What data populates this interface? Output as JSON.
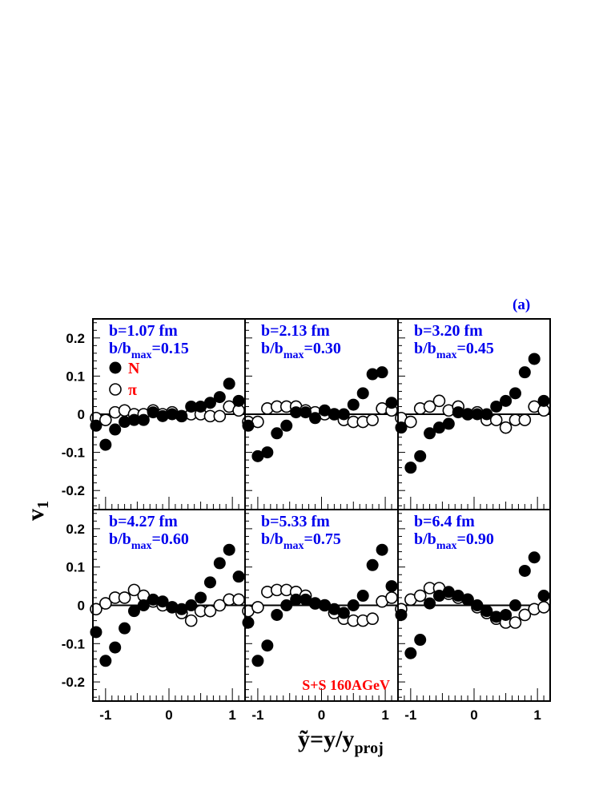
{
  "chart_data": {
    "type": "scatter",
    "title": "",
    "figure_label": "(a)",
    "annotation": "S+S 160AGeV",
    "xlabel": "ỹ=y/y_proj",
    "xlabel_main": "ỹ=y/y",
    "xlabel_sub": "proj",
    "ylabel": "v_1",
    "ylabel_main": "v",
    "ylabel_sub": "1",
    "xlim": [
      -1.2,
      1.2
    ],
    "ylim": [
      -0.25,
      0.25
    ],
    "x_ticks": [
      "-1",
      "0",
      "1"
    ],
    "y_ticks": [
      "0.2",
      "0.1",
      "0",
      "-0.1",
      "-0.2"
    ],
    "grid": false,
    "legend": [
      {
        "marker": "filled-circle",
        "label": "N"
      },
      {
        "marker": "open-circle",
        "label": "π"
      }
    ],
    "layout": {
      "rows": 2,
      "cols": 3
    },
    "x": [
      -1.15,
      -1.0,
      -0.85,
      -0.7,
      -0.55,
      -0.4,
      -0.25,
      -0.1,
      0.05,
      0.2,
      0.35,
      0.5,
      0.65,
      0.8,
      0.95,
      1.1
    ],
    "panels": [
      {
        "b_label": "b=1.07 fm",
        "bmax_prefix": "b/b",
        "bmax_sub": "max",
        "bmax_value": "=0.15",
        "series": [
          {
            "name": "N",
            "values": [
              -0.03,
              -0.08,
              -0.04,
              -0.02,
              -0.015,
              -0.015,
              0.005,
              -0.005,
              0.0,
              -0.005,
              0.02,
              0.02,
              0.03,
              0.045,
              0.08,
              0.035
            ]
          },
          {
            "name": "π",
            "values": [
              -0.01,
              -0.015,
              0.005,
              0.01,
              0.0,
              0.0,
              0.01,
              0.0,
              0.005,
              -0.005,
              0.0,
              0.0,
              -0.005,
              -0.005,
              0.02,
              0.01
            ]
          }
        ]
      },
      {
        "b_label": "b=2.13 fm",
        "bmax_prefix": "b/b",
        "bmax_sub": "max",
        "bmax_value": "=0.30",
        "series": [
          {
            "name": "N",
            "values": [
              -0.03,
              -0.11,
              -0.1,
              -0.05,
              -0.03,
              0.005,
              0.005,
              -0.01,
              0.01,
              0.0,
              0.0,
              0.025,
              0.055,
              0.105,
              0.11,
              0.03
            ]
          },
          {
            "name": "π",
            "values": [
              -0.02,
              -0.02,
              0.015,
              0.02,
              0.02,
              0.02,
              0.01,
              0.005,
              0.0,
              0.0,
              -0.015,
              -0.02,
              -0.02,
              -0.015,
              0.015,
              0.01
            ]
          }
        ]
      },
      {
        "b_label": "b=3.20 fm",
        "bmax_prefix": "b/b",
        "bmax_sub": "max",
        "bmax_value": "=0.45",
        "series": [
          {
            "name": "N",
            "values": [
              -0.035,
              -0.14,
              -0.11,
              -0.05,
              -0.035,
              -0.025,
              0.005,
              0.0,
              0.0,
              0.0,
              0.02,
              0.035,
              0.055,
              0.11,
              0.145,
              0.035
            ]
          },
          {
            "name": "π",
            "values": [
              -0.01,
              -0.02,
              0.015,
              0.02,
              0.035,
              0.01,
              0.02,
              0.0,
              0.005,
              -0.015,
              -0.015,
              -0.035,
              -0.015,
              -0.015,
              0.02,
              0.01
            ]
          }
        ]
      },
      {
        "b_label": "b=4.27 fm",
        "bmax_prefix": "b/b",
        "bmax_sub": "max",
        "bmax_value": "=0.60",
        "series": [
          {
            "name": "N",
            "values": [
              -0.07,
              -0.145,
              -0.11,
              -0.06,
              -0.015,
              0.0,
              0.015,
              0.01,
              -0.005,
              -0.01,
              0.0,
              0.02,
              0.06,
              0.11,
              0.145,
              0.075
            ]
          },
          {
            "name": "π",
            "values": [
              -0.01,
              0.005,
              0.02,
              0.02,
              0.04,
              0.025,
              0.01,
              0.0,
              -0.005,
              -0.02,
              -0.04,
              -0.015,
              -0.015,
              0.0,
              0.015,
              0.015
            ]
          }
        ]
      },
      {
        "b_label": "b=5.33 fm",
        "bmax_prefix": "b/b",
        "bmax_sub": "max",
        "bmax_value": "=0.75",
        "series": [
          {
            "name": "N",
            "values": [
              -0.045,
              -0.145,
              -0.105,
              -0.025,
              0.0,
              0.015,
              0.015,
              0.005,
              0.0,
              -0.01,
              -0.02,
              0.0,
              0.025,
              0.105,
              0.145,
              0.05
            ]
          },
          {
            "name": "π",
            "values": [
              -0.015,
              -0.005,
              0.035,
              0.04,
              0.04,
              0.035,
              0.025,
              0.005,
              0.0,
              -0.02,
              -0.035,
              -0.04,
              -0.04,
              -0.035,
              0.01,
              0.02
            ]
          }
        ]
      },
      {
        "b_label": "b=6.4 fm",
        "bmax_prefix": "b/b",
        "bmax_sub": "max",
        "bmax_value": "=0.90",
        "series": [
          {
            "name": "N",
            "values": [
              -0.025,
              -0.125,
              -0.09,
              0.005,
              0.025,
              0.035,
              0.025,
              0.015,
              0.0,
              -0.015,
              -0.03,
              -0.025,
              0.0,
              0.09,
              0.125,
              0.025
            ]
          },
          {
            "name": "π",
            "values": [
              -0.01,
              0.015,
              0.025,
              0.045,
              0.045,
              0.03,
              0.02,
              0.015,
              -0.005,
              -0.02,
              -0.035,
              -0.045,
              -0.045,
              -0.025,
              -0.01,
              -0.005
            ]
          }
        ]
      }
    ]
  }
}
